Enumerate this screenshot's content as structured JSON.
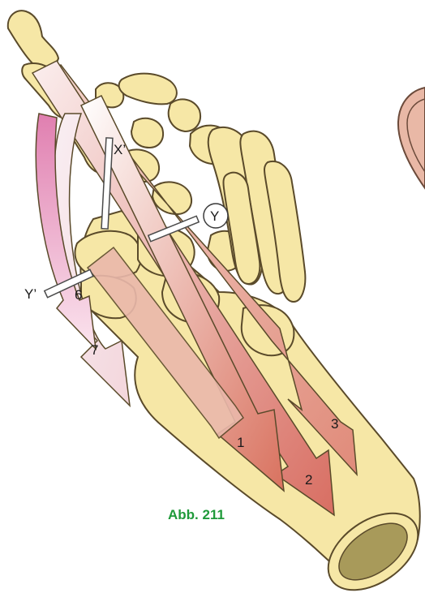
{
  "figure": {
    "caption": "Abb. 211",
    "caption_color": "#1f9a3a"
  },
  "labels": {
    "x_prime": "X’",
    "y_circle": "Y",
    "y_prime": "Y’",
    "arrow_1": "1",
    "arrow_2": "2",
    "arrow_3": "3",
    "arrow_6": "6",
    "arrow_7": "7"
  },
  "colors": {
    "bone_fill": "#f6e7a6",
    "bone_outline": "#5a4a2a",
    "arrow_red": "#d9756a",
    "arrow_pink": "#e8a7c8",
    "arrow_pale": "#f7e6e6",
    "tube_inner": "#a89a5a",
    "partial_circle": "#e8b4a4"
  }
}
